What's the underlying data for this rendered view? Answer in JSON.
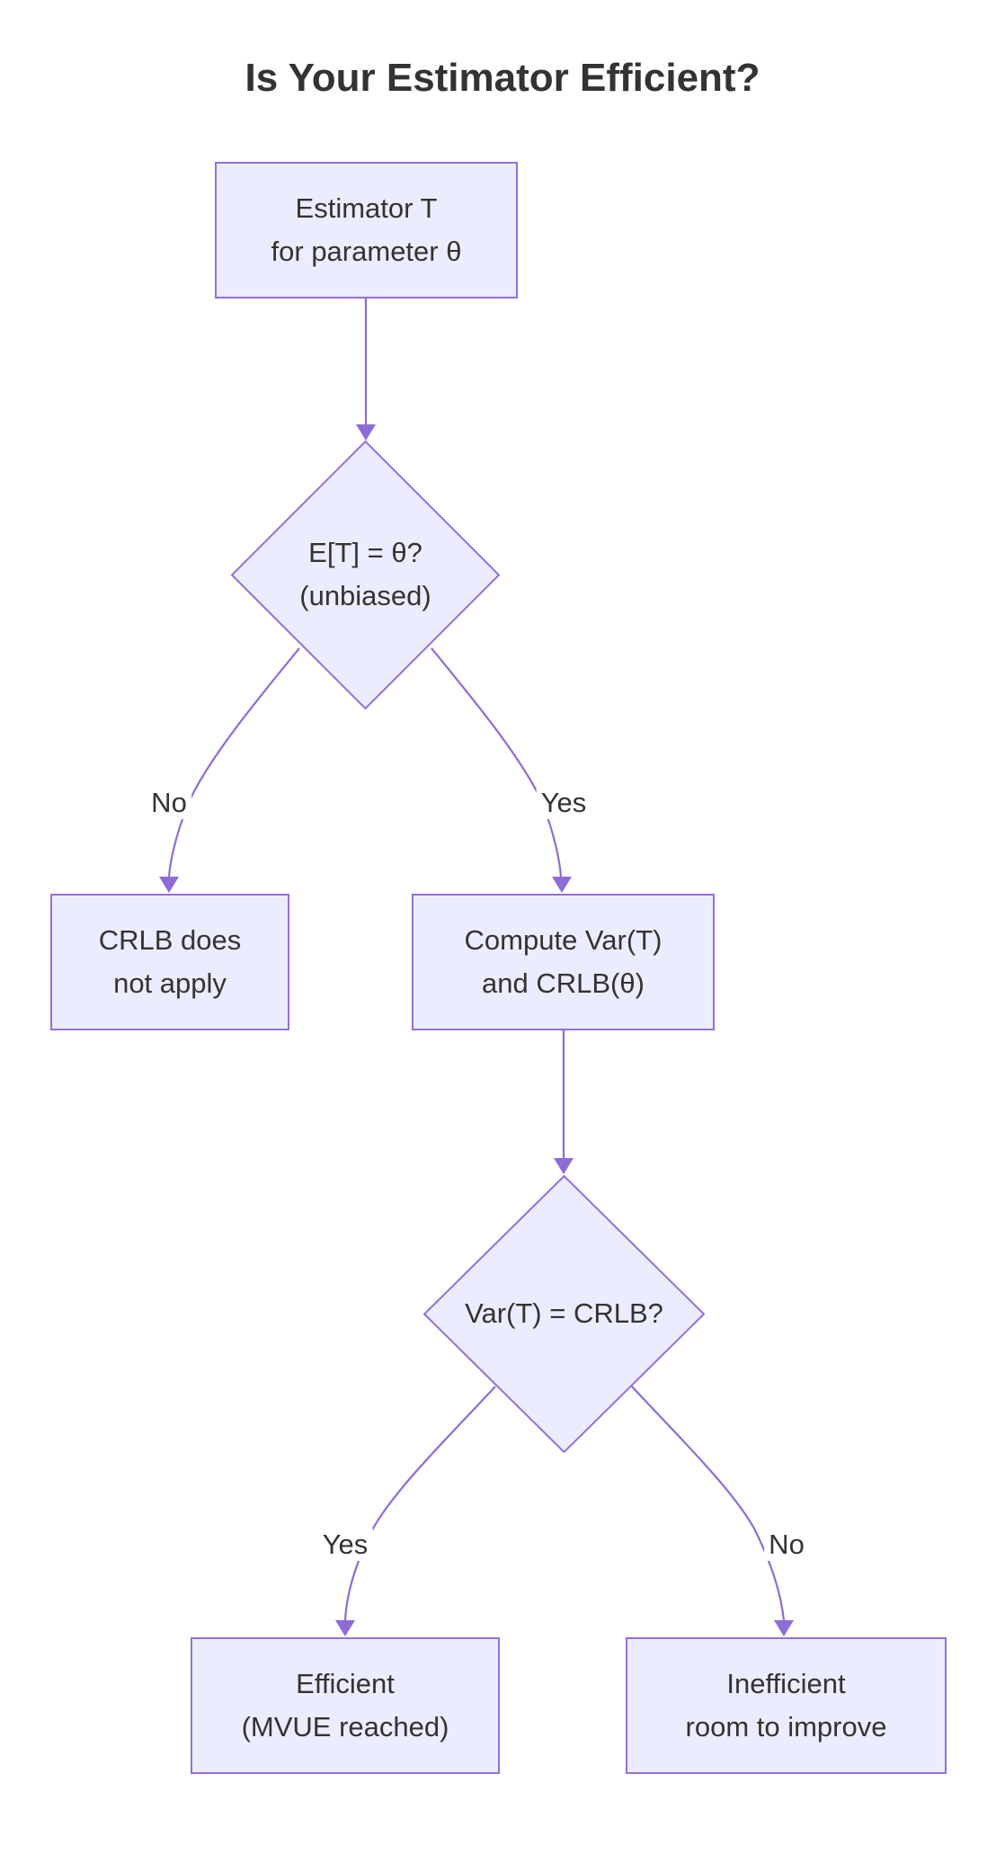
{
  "title": "Is Your Estimator Efficient?",
  "nodes": {
    "estimator": {
      "line1": "Estimator T",
      "line2": "for parameter θ"
    },
    "unbiased_check": {
      "line1": "E[T] = θ?",
      "line2": "(unbiased)"
    },
    "crlb_not_apply": {
      "line1": "CRLB does",
      "line2": "not apply"
    },
    "compute": {
      "line1": "Compute Var(T)",
      "line2": "and CRLB(θ)"
    },
    "var_check": {
      "line1": "Var(T) = CRLB?"
    },
    "efficient": {
      "line1": "Efficient",
      "line2": "(MVUE reached)"
    },
    "inefficient": {
      "line1": "Inefficient",
      "line2": "room to improve"
    }
  },
  "edge_labels": {
    "unbiased_no": "No",
    "unbiased_yes": "Yes",
    "var_yes": "Yes",
    "var_no": "No"
  },
  "colors": {
    "node_fill": "#ECECFF",
    "node_border": "#9370DB",
    "edge_stroke": "#8E6CD6",
    "text": "#333333",
    "background": "#FFFFFF"
  }
}
